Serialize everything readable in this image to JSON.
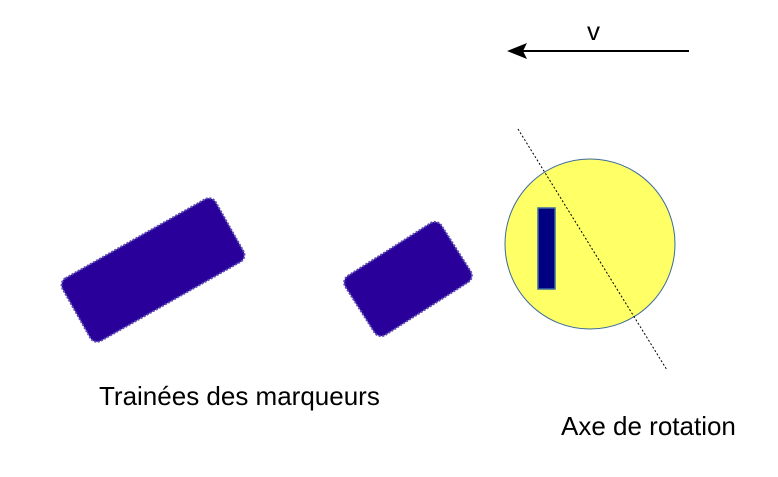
{
  "labels": {
    "velocity": "v",
    "trail_caption": "Trainées des marqueurs",
    "axis_caption": "Axe de rotation"
  },
  "colors": {
    "marker": "#29009a",
    "marker_outline": "#5b4bb3",
    "disc_fill": "#ffff66",
    "disc_stroke": "#3b6b9c",
    "stick_fill": "#000080",
    "stick_stroke": "#3b6b9c",
    "line": "#000000"
  }
}
